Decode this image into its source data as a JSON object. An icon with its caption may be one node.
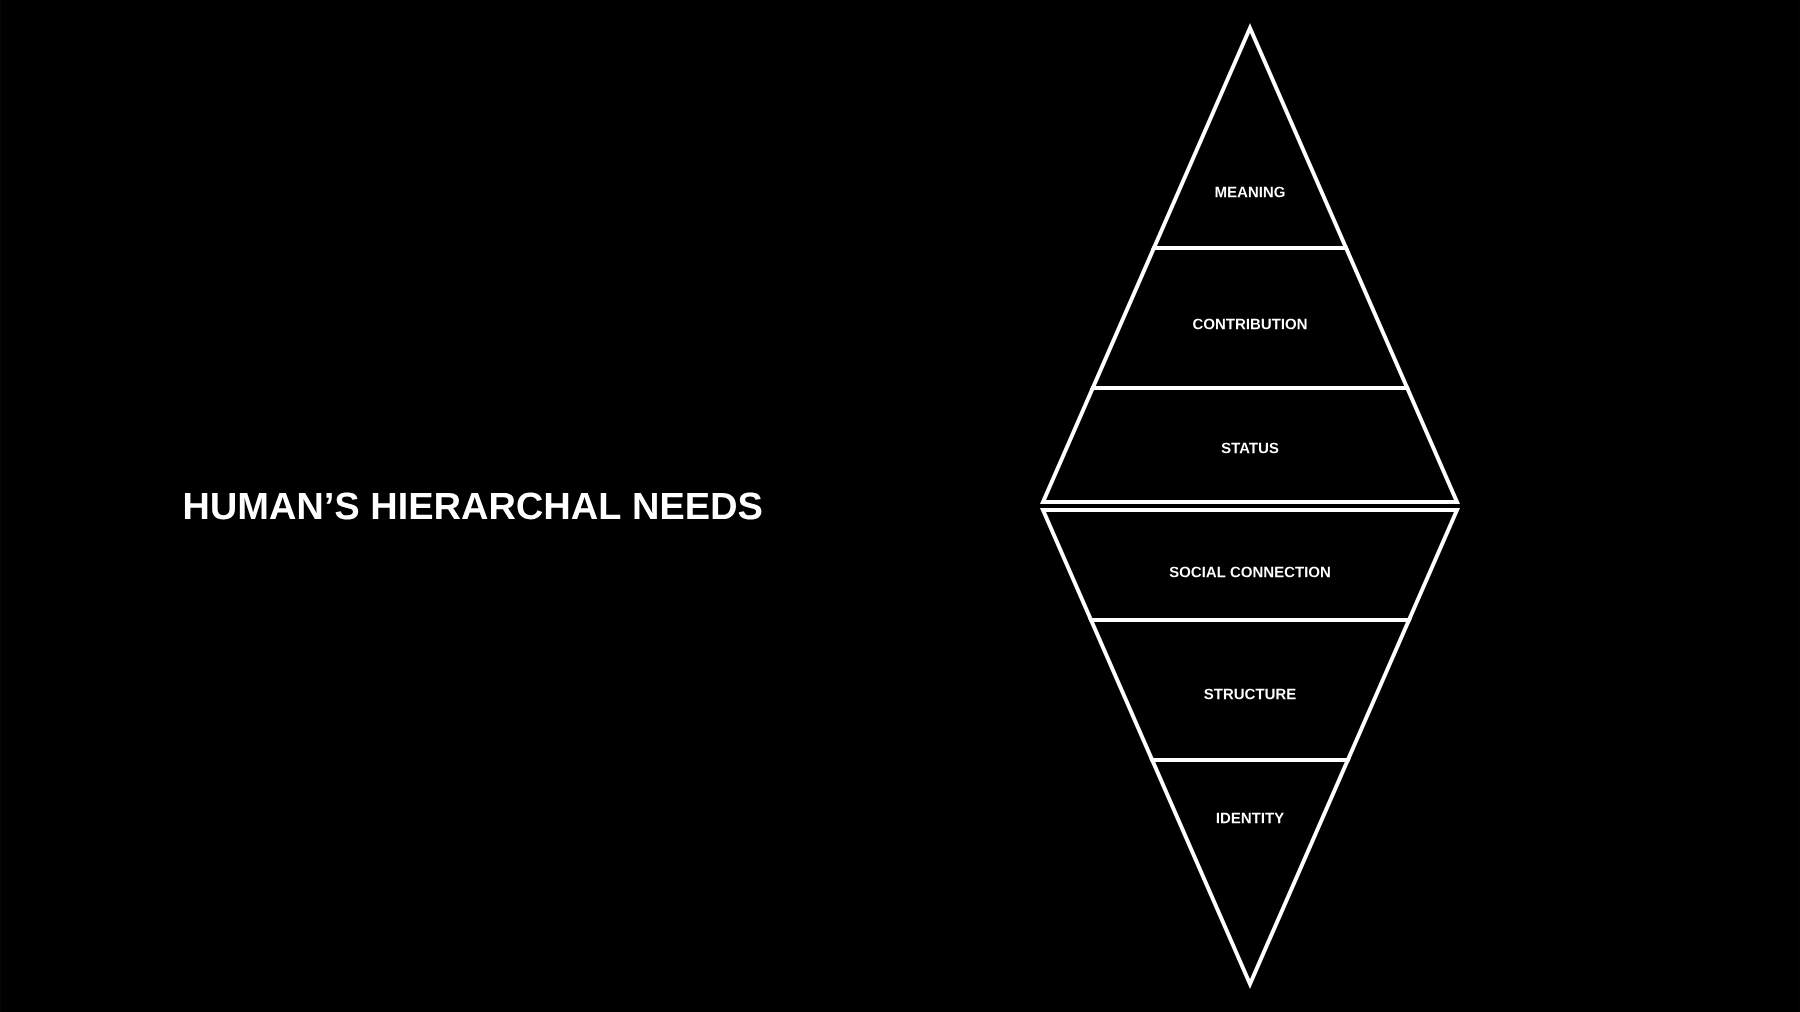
{
  "diagram": {
    "title": "HUMAN’S HIERARCHAL NEEDS",
    "nodes": [
      {
        "text": [
          "MEANING"
        ]
      },
      {
        "text": [
          "CONTRIBUTION"
        ]
      },
      {
        "text": [
          "STATUS"
        ]
      },
      {
        "text": [
          "SOCIAL CONNECTION"
        ]
      },
      {
        "text": [
          "STRUCTURE"
        ]
      },
      {
        "text": [
          "IDENTITY"
        ]
      }
    ]
  }
}
